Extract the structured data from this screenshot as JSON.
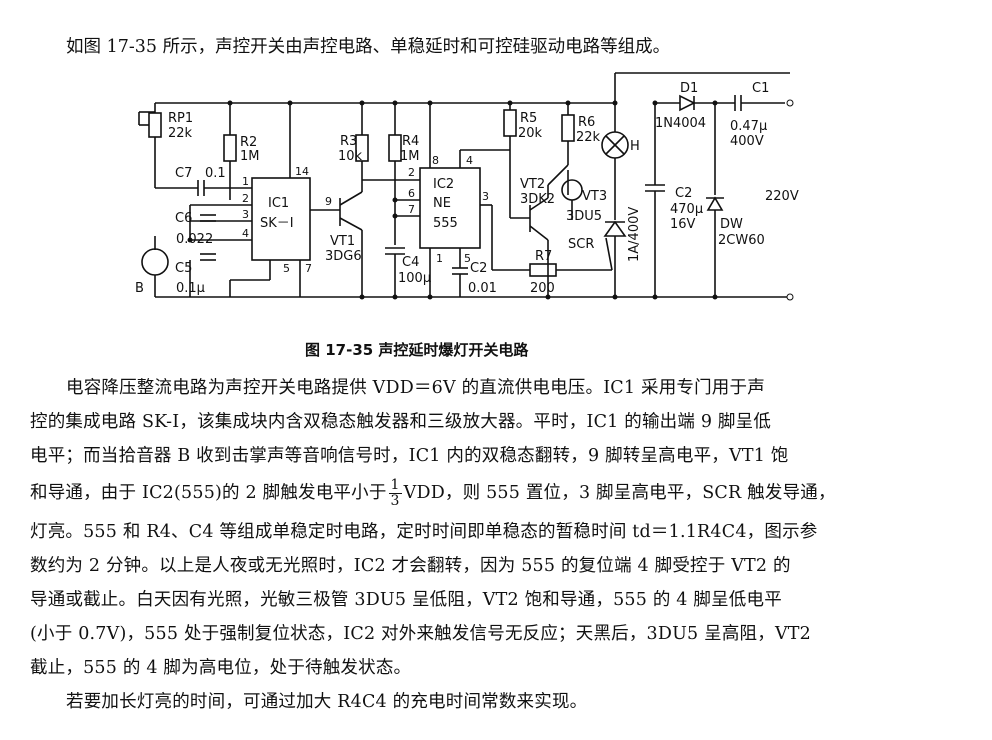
{
  "intro": "如图 17-35 所示，声控开关由声控电路、单稳延时和可控硅驱动电路等组成。",
  "figure": {
    "caption": "图 17-35    声控延时爆灯开关电路",
    "labels": {
      "rp1": "RP1",
      "rp1_val": "22k",
      "r2": "R2",
      "r2_val": "1M",
      "c7": "C7",
      "c7_val": "0.1",
      "c6": "C6",
      "c6_val": "0.022",
      "c5": "C5",
      "c5_val": "0.1μ",
      "b": "B",
      "ic1": "IC1",
      "ic1_name": "SK－Ⅰ",
      "pin1": "1",
      "pin2": "2",
      "pin3": "3",
      "pin4": "4",
      "pin5": "5",
      "pin7": "7",
      "pin9": "9",
      "pin14": "14",
      "r3": "R3",
      "r3_val": "10k",
      "vt1": "VT1",
      "vt1_val": "3DG6",
      "r4": "R4",
      "r4_val": "1M",
      "c4": "C4",
      "c4_val": "100μ",
      "ic2": "IC2",
      "ic2_ne": "NE",
      "ic2_555": "555",
      "p8": "8",
      "p4": "4",
      "p2": "2",
      "p6": "6",
      "p7": "7",
      "p3": "3",
      "p1": "1",
      "p5": "5",
      "c2s": "C2",
      "c2s_val": "0.01",
      "r5": "R5",
      "r5_val": "20k",
      "r6": "R6",
      "r6_val": "22k",
      "vt2": "VT2",
      "vt2_val": "3DK2",
      "vt3": "VT3",
      "vt3_val": "3DU5",
      "r7": "R7",
      "r7_val": "200",
      "scr": "SCR",
      "scr_val": "1A/400V",
      "h": "H",
      "d1": "D1",
      "d1_val": "1N4004",
      "c1": "C1",
      "c1_val": "0.47μ",
      "c1_v": "400V",
      "c2": "C2",
      "c2_val": "470μ",
      "c2_v": "16V",
      "dw": "DW",
      "dw_val": "2CW60",
      "ac": "220V"
    }
  },
  "body": {
    "l1": "电容降压整流电路为声控开关电路提供 VDD＝6V 的直流供电电压。IC1 采用专门用于声",
    "l2": "控的集成电路 SK-Ⅰ，该集成块内含双稳态触发器和三级放大器。平时，IC1 的输出端 9 脚呈低",
    "l3": "电平；而当拾音器 B 收到击掌声等音响信号时，IC1 内的双稳态翻转，9 脚转呈高电平，VT1 饱",
    "l4a": "和导通，由于 IC2(555)的 2 脚触发电平小于",
    "frac_num": "1",
    "frac_den": "3",
    "l4b": "VDD，则 555 置位，3 脚呈高电平，SCR 触发导通，",
    "l5": "灯亮。555 和 R4、C4 等组成单稳定时电路，定时时间即单稳态的暂稳时间 td＝1.1R4C4，图示参",
    "l6": "数约为 2 分钟。以上是人夜或无光照时，IC2 才会翻转，因为 555 的复位端 4 脚受控于 VT2 的",
    "l7": "导通或截止。白天因有光照，光敏三极管 3DU5 呈低阻，VT2 饱和导通，555 的 4 脚呈低电平",
    "l8": "(小于 0.7V)，555 处于强制复位状态，IC2 对外来触发信号无反应；天黑后，3DU5 呈高阻，VT2",
    "l9": "截止，555 的 4 脚为高电位，处于待触发状态。",
    "l10": "若要加长灯亮的时间，可通过加大 R4C4 的充电时间常数来实现。"
  }
}
